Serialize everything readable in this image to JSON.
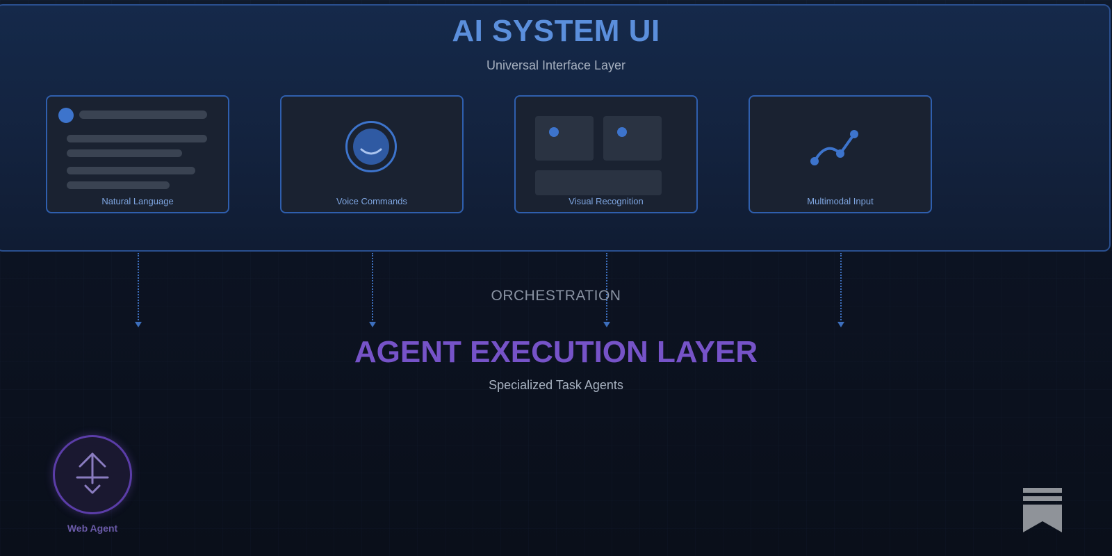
{
  "ui_layer": {
    "title": "AI SYSTEM UI",
    "subtitle": "Universal Interface Layer"
  },
  "cards": [
    {
      "label": "Natural Language",
      "icon": "text-lines-icon"
    },
    {
      "label": "Voice Commands",
      "icon": "voice-smile-icon"
    },
    {
      "label": "Visual Recognition",
      "icon": "image-grid-icon"
    },
    {
      "label": "Multimodal Input",
      "icon": "line-graph-icon"
    }
  ],
  "orchestration_label": "ORCHESTRATION",
  "agent_layer": {
    "title": "AGENT EXECUTION LAYER",
    "subtitle": "Specialized Task Agents"
  },
  "agents": [
    {
      "label": "Web Agent",
      "icon": "upload-download-arrows-icon"
    }
  ],
  "logo": {
    "icon": "substack-bookmark-icon"
  },
  "colors": {
    "accent_blue": "#5b8fdc",
    "card_border": "#2f5fae",
    "accent_purple": "#7653c8",
    "text_muted": "#a7b1c0",
    "logo_gray": "#8f9399"
  }
}
